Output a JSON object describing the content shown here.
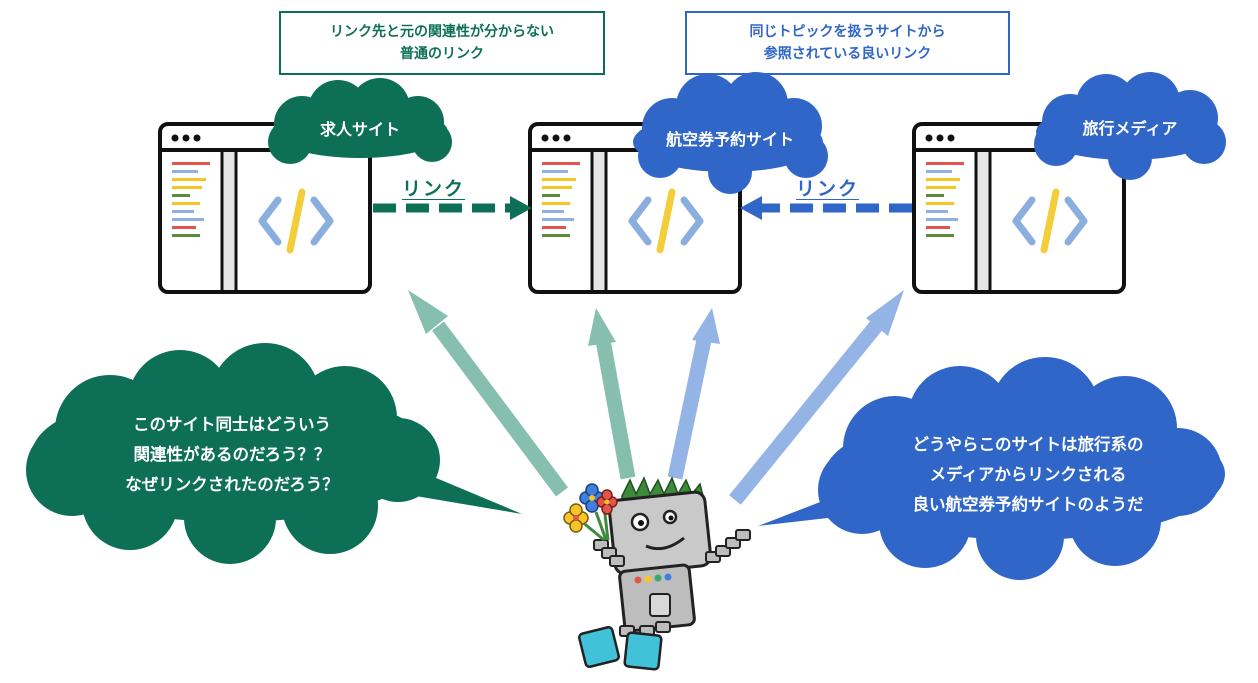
{
  "callouts": {
    "left": "リンク先と元の関連性が分からない\n普通のリンク",
    "right": "同じトピックを扱うサイトから\n参照されている良いリンク"
  },
  "sites": {
    "job": "求人サイト",
    "airline": "航空券予約サイト",
    "travel": "旅行メディア"
  },
  "links": {
    "left": "リンク",
    "right": "リンク"
  },
  "bubbles": {
    "left": "このサイト同士はどういう\n関連性があるのだろう？？\nなぜリンクされたのだろう？",
    "right": "どうやらこのサイトは旅行系の\nメディアからリンクされる\n良い航空券予約サイトのようだ"
  },
  "colors": {
    "green": "#0e6f57",
    "blue": "#2f66c7",
    "light_green": "#86bfae",
    "light_blue": "#94b4e6"
  }
}
